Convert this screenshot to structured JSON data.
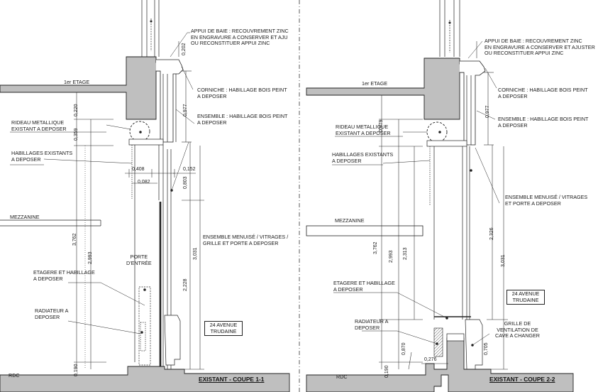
{
  "left": {
    "title": "EXISTANT - COUPE 1-1",
    "labels": {
      "appui": [
        "APPUI DE BAIE : RECOUVREMENT ZINC",
        "EN ENGRAVURE A CONSERVER ET AJU",
        "OU RECONSTITUER APPUI ZINC"
      ],
      "corniche": [
        "CORNICHE : HABILLAGE BOIS PEINT",
        "A DEPOSER"
      ],
      "ensemble_habillage": [
        "ENSEMBLE : HABILLAGE BOIS PEINT",
        "A DEPOSER"
      ],
      "ensemble_menuise": [
        "ENSEMBLE MENUISÉ / VITRAGES /",
        "GRILLE ET PORTE A DEPOSER"
      ],
      "rideau": [
        "RIDEAU METALLIQUE",
        "EXISTANT A DEPOSER"
      ],
      "habillages": [
        "HABILLAGES EXISTANTS",
        "A DEPOSER"
      ],
      "mezzanine": "MEZZANINE",
      "porte": [
        "PORTE",
        "D'ENTRÉE"
      ],
      "etagere": [
        "ETAGERE ET HABILLAGE",
        "A DEPOSER"
      ],
      "radiateur": [
        "RADIATEUR A",
        "DEPOSER"
      ],
      "etage": "1er ETAGE",
      "rdc": "RDC",
      "adresse": [
        "24 AVENUE",
        "TRUDAINE"
      ]
    },
    "dims": {
      "d0202": "0,202",
      "d0220": "0,220",
      "d0359": "0,359",
      "d0977": "0,977",
      "d0408": "0,408",
      "d0152": "0,152",
      "d0082": "0,082",
      "d0803": "0,803",
      "d3762": "3,762",
      "d2993": "2,993",
      "d3031": "3,031",
      "d2228": "2,228",
      "d0190": "0,190"
    }
  },
  "right": {
    "title": "EXISTANT - COUPE 2-2",
    "labels": {
      "appui": [
        "APPUI DE BAIE : RECOUVREMENT ZINC",
        "EN ENGRAVURE A CONSERVER ET AJUSTER",
        "OU RECONSTITUER APPUI ZINC"
      ],
      "corniche": [
        "CORNICHE : HABILLAGE BOIS PEINT",
        "A DEPOSER"
      ],
      "ensemble_habillage": [
        "ENSEMBLE : HABILLAGE BOIS PEINT",
        "A DEPOSER"
      ],
      "ensemble_menuise": [
        "ENSEMBLE MENUISÉ / VITRAGES",
        "ET PORTE A DEPOSER"
      ],
      "rideau": [
        "RIDEAU METALLIQUE",
        "EXISTANT A DEPOSER"
      ],
      "habillages": [
        "HABILLAGES EXISTANTS",
        "A DEPOSER"
      ],
      "mezzanine": "MEZZANINE",
      "etagere": [
        "ETAGERE ET HABILLAGE",
        "A DEPOSER"
      ],
      "radiateur": [
        "RADIATEUR A",
        "DEPOSER"
      ],
      "grille": [
        "GRILLE DE",
        "VENTILATION DE",
        "CAVE A CHANGER"
      ],
      "etage": "1er ETAGE",
      "rdc": "RDC",
      "adresse": [
        "24 AVENUE",
        "TRUDAINE"
      ]
    },
    "dims": {
      "d0579": "0,579",
      "d0977": "0,977",
      "d2326": "2,326",
      "d3031": "3,031",
      "d3762": "3,762",
      "d2993": "2,993",
      "d2313": "2,313",
      "d0870": "0,870",
      "d0276": "0,276",
      "d0705": "0,705",
      "d0190": "0,190"
    }
  }
}
